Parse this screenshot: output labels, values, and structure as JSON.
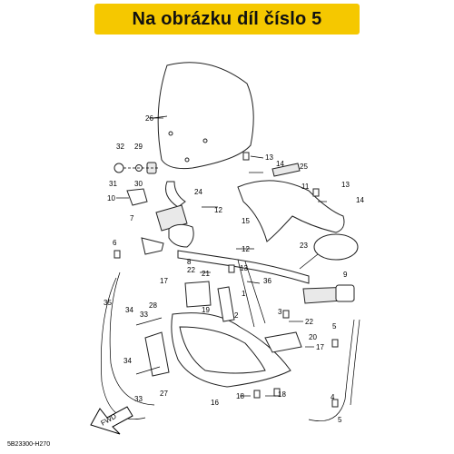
{
  "banner": {
    "text": "Na obrázku díl číslo 5",
    "color": "#f5c800"
  },
  "diagram_code": "5B23300-H270",
  "fwd_label": "FWD",
  "callouts": [
    {
      "id": "c26",
      "text": "26"
    },
    {
      "id": "c32",
      "text": "32"
    },
    {
      "id": "c29",
      "text": "29"
    },
    {
      "id": "c31",
      "text": "31"
    },
    {
      "id": "c30",
      "text": "30"
    },
    {
      "id": "c10",
      "text": "10"
    },
    {
      "id": "c7",
      "text": "7"
    },
    {
      "id": "c24",
      "text": "24"
    },
    {
      "id": "c12a",
      "text": "12"
    },
    {
      "id": "c15",
      "text": "15"
    },
    {
      "id": "c13a",
      "text": "13"
    },
    {
      "id": "c14a",
      "text": "14"
    },
    {
      "id": "c25",
      "text": "25"
    },
    {
      "id": "c11",
      "text": "11"
    },
    {
      "id": "c13b",
      "text": "13"
    },
    {
      "id": "c14b",
      "text": "14"
    },
    {
      "id": "c6",
      "text": "6"
    },
    {
      "id": "c8",
      "text": "8"
    },
    {
      "id": "c12b",
      "text": "12"
    },
    {
      "id": "c23",
      "text": "23"
    },
    {
      "id": "c9",
      "text": "9"
    },
    {
      "id": "c22a",
      "text": "22"
    },
    {
      "id": "c21",
      "text": "21"
    },
    {
      "id": "c13c",
      "text": "13"
    },
    {
      "id": "c17a",
      "text": "17"
    },
    {
      "id": "c36",
      "text": "36"
    },
    {
      "id": "c35",
      "text": "35"
    },
    {
      "id": "c28",
      "text": "28"
    },
    {
      "id": "c34a",
      "text": "34"
    },
    {
      "id": "c33a",
      "text": "33"
    },
    {
      "id": "c19",
      "text": "19"
    },
    {
      "id": "c2",
      "text": "2"
    },
    {
      "id": "c1",
      "text": "1"
    },
    {
      "id": "c3",
      "text": "3"
    },
    {
      "id": "c22b",
      "text": "22"
    },
    {
      "id": "c20",
      "text": "20"
    },
    {
      "id": "c17b",
      "text": "17"
    },
    {
      "id": "c5a",
      "text": "5"
    },
    {
      "id": "c34b",
      "text": "34"
    },
    {
      "id": "c27",
      "text": "27"
    },
    {
      "id": "c33b",
      "text": "33"
    },
    {
      "id": "c16",
      "text": "16"
    },
    {
      "id": "c18a",
      "text": "18"
    },
    {
      "id": "c18b",
      "text": "18"
    },
    {
      "id": "c4",
      "text": "4"
    },
    {
      "id": "c5b",
      "text": "5"
    }
  ]
}
